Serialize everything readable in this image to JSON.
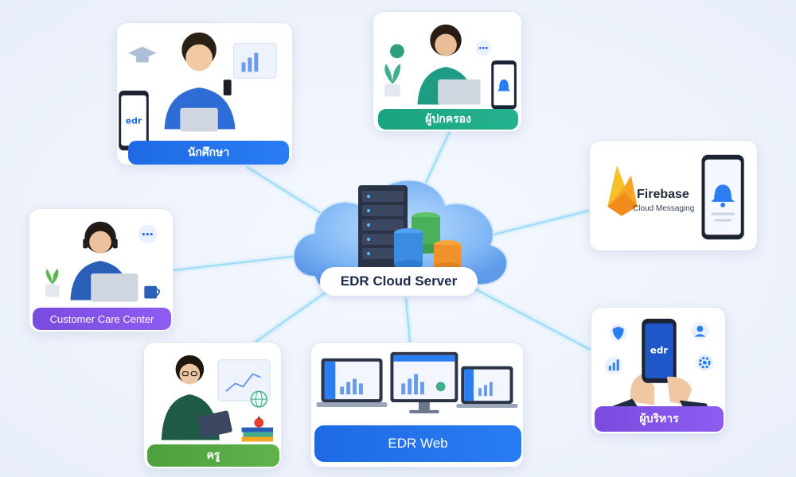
{
  "server": {
    "label": "EDR Cloud Server"
  },
  "nodes": {
    "student": {
      "label": "นักศึกษา"
    },
    "parent": {
      "label": "ผู้ปกครอง"
    },
    "firebase": {
      "title": "Firebase",
      "subtitle": "Cloud Messaging"
    },
    "care": {
      "label": "Customer Care Center"
    },
    "teacher": {
      "label": "ครู"
    },
    "web": {
      "label": "EDR Web"
    },
    "executive": {
      "label": "ผู้บริหาร"
    }
  },
  "logo": {
    "text": "edr"
  },
  "colors": {
    "blue": "#1e6ae6",
    "teal": "#1aa37f",
    "purple": "#7a4be0",
    "green": "#4e9f3d",
    "connector": "#8fd3f4",
    "firebase_orange": "#f5a623"
  },
  "icons": [
    "graduation-cap-icon",
    "chat-bubble-icon",
    "bell-icon",
    "shield-icon",
    "user-icon",
    "gear-icon",
    "bar-chart-icon",
    "globe-icon",
    "plant-icon",
    "headset-icon",
    "coffee-mug-icon",
    "apple-icon",
    "books-icon",
    "firebase-flame-icon",
    "server-rack-icon",
    "database-icon",
    "cloud-icon"
  ]
}
